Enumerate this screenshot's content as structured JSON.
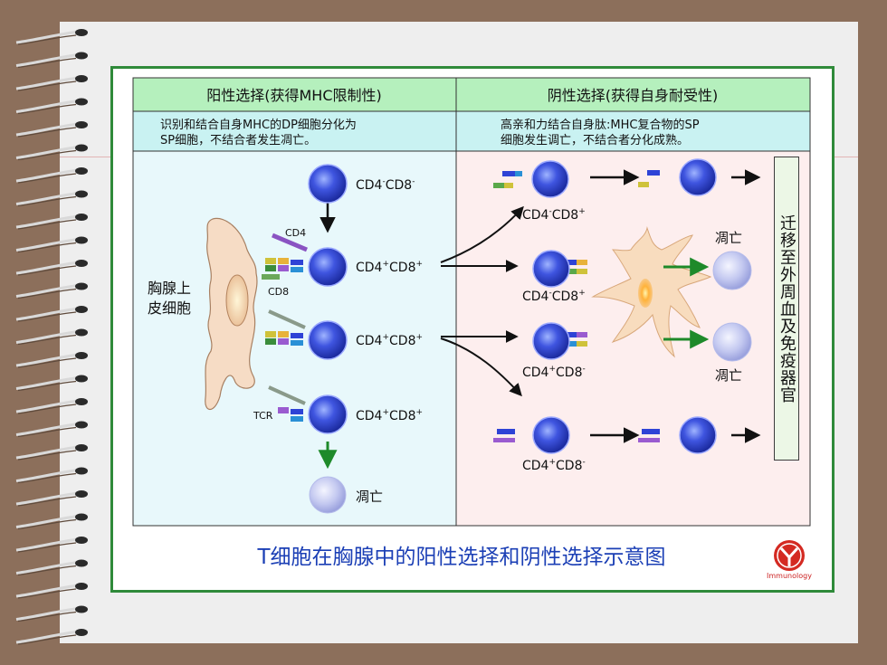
{
  "colors": {
    "background": "#8c6f5b",
    "paper": "#eeeeee",
    "frame_border": "#2f8a3a",
    "header_fill": "#b5f0bd",
    "sub_fill": "#c9f2f2",
    "left_panel": "#e8f8fb",
    "right_panel": "#fdeeee",
    "caption": "#1b3fb5",
    "cell_blue": "#2e43d6"
  },
  "left_header": {
    "title": "阳性选择(获得MHC限制性)",
    "subtitle_line1": "识别和结合自身MHC的DP细胞分化为",
    "subtitle_line2": "SP细胞，不结合者发生凋亡。"
  },
  "right_header": {
    "title": "阴性选择(获得自身耐受性)",
    "subtitle_line1": "高亲和力结合自身肽:MHC复合物的SP",
    "subtitle_line2": "细胞发生调亡，不结合者分化成熟。"
  },
  "epithelial": {
    "line1": "胸腺上",
    "line2": "皮细胞"
  },
  "left_labels": {
    "cd4neg_cd8neg": {
      "a": "CD4",
      "s1": "-",
      "b": "CD8",
      "s2": "-"
    },
    "row2": {
      "a": "CD4",
      "s1": "+",
      "b": "CD8",
      "s2": "+"
    },
    "row3": {
      "a": "CD4",
      "s1": "+",
      "b": "CD8",
      "s2": "+"
    },
    "row4": {
      "a": "CD4",
      "s1": "+",
      "b": "CD8",
      "s2": "+"
    },
    "cd4_tag": "CD4",
    "cd8_tag": "CD8",
    "tcr_tag": "TCR",
    "apoptosis": "凋亡"
  },
  "right_labels": {
    "r1": {
      "a": "CD4",
      "s1": "-",
      "b": "CD8",
      "s2": "+"
    },
    "r2": {
      "a": "CD4",
      "s1": "-",
      "b": "CD8",
      "s2": "+"
    },
    "r3": {
      "a": "CD4",
      "s1": "+",
      "b": "CD8",
      "s2": "-"
    },
    "r4": {
      "a": "CD4",
      "s1": "+",
      "b": "CD8",
      "s2": "-"
    },
    "apoptosis_top": "凋亡",
    "apoptosis_bottom": "凋亡"
  },
  "migrate": "迁移至外周血及免疫器官",
  "caption": "T细胞在胸腺中的阳性选择和阴性选择示意图",
  "logo_text": "Immunology"
}
